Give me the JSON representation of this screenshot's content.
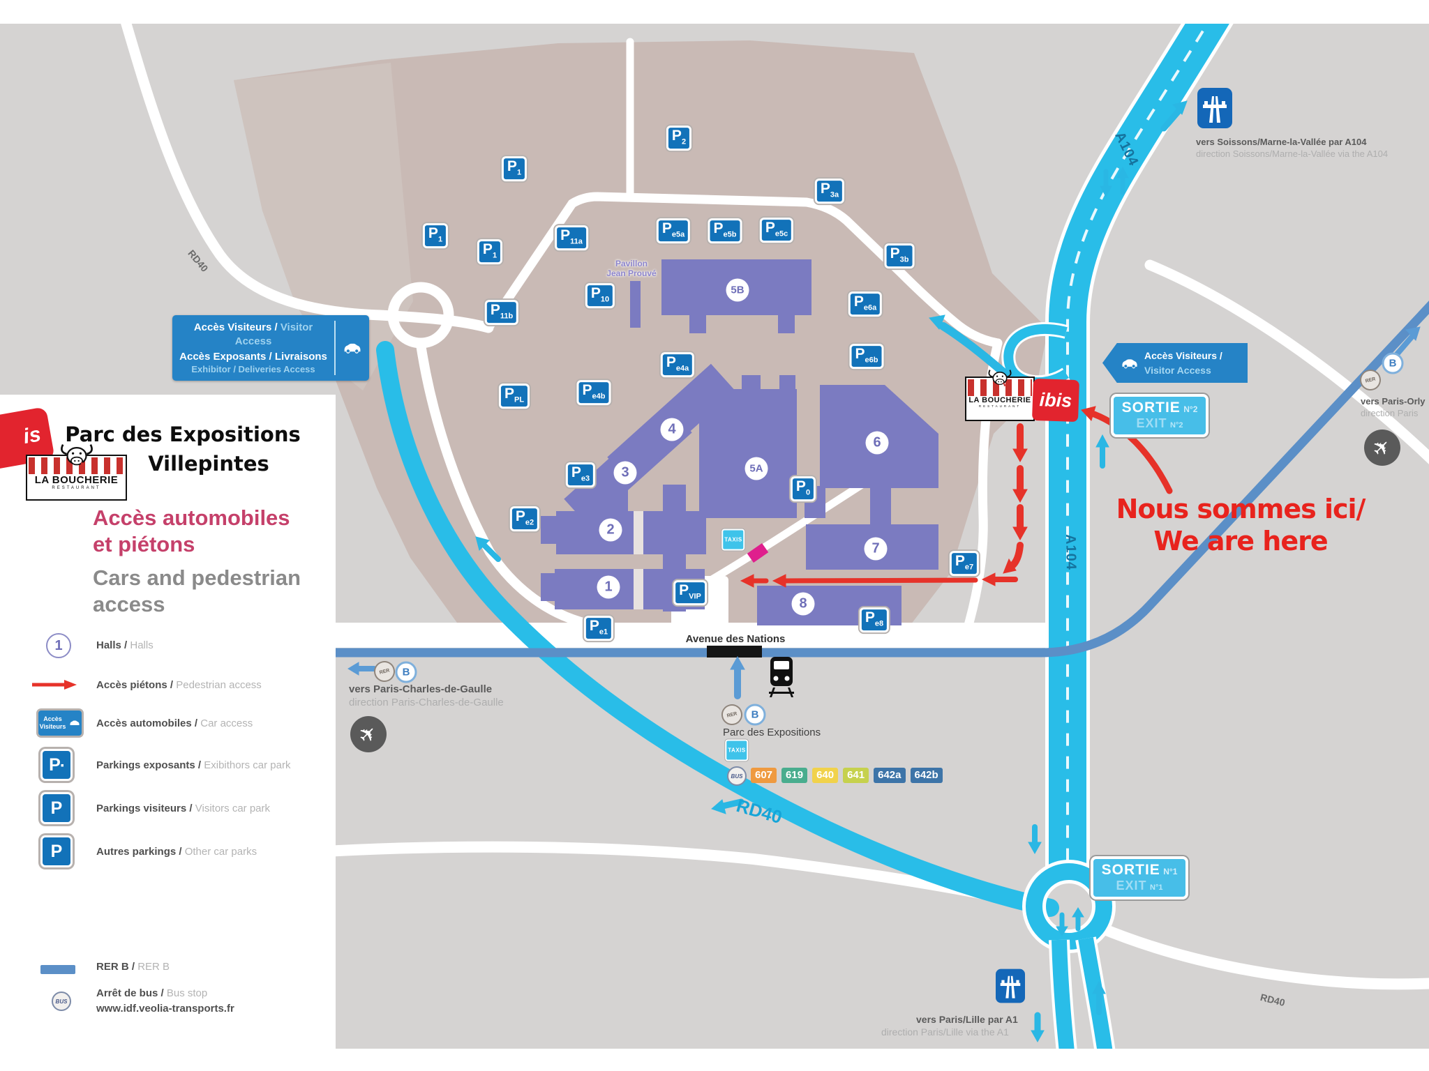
{
  "panel": {
    "ibis_partial": "is",
    "boucherie": "LA BOUCHERIE",
    "boucherie_sub": "RESTAURANT",
    "title1": "Parc des Expositions",
    "title2": "Villepintes",
    "h_fr1": "Accès automobiles",
    "h_fr2": "et piétons",
    "h_en1": "Cars and pedestrian",
    "h_en2": "access",
    "sep": " / ",
    "halls_symbol": "1",
    "halls_fr": "Halls",
    "halls_en": "Halls",
    "pietons_fr": "Accès piétons",
    "pietons_en": "Pedestrian access",
    "auto_fr": "Accès automobiles",
    "auto_en": "Car access",
    "auto_sign1": "Accès",
    "auto_sign2": "Visiteurs",
    "pexpo_fr": "Parkings exposants",
    "pexpo_en": "Exibithors car park",
    "pvis_fr": "Parkings visiteurs",
    "pvis_en": "Visitors car park",
    "pautres_fr": "Autres parkings",
    "pautres_en": "Other car parks",
    "rer_fr": "RER B",
    "rer_en": "RER B",
    "bus_fr": "Arrêt de bus",
    "bus_en": "Bus stop",
    "bus_url": "www.idf.veolia-transports.fr"
  },
  "map": {
    "here1": "Nous sommes ici/",
    "here2": "We are here",
    "avenue": "Avenue des Nations",
    "pavillon1": "Pavillon",
    "pavillon2": "Jean Prouvé",
    "a104": "A104",
    "rd40": "RD40",
    "taxis": "TAXIS",
    "boucherie": "LA BOUCHERIE",
    "boucherie_sub": "RESTAURANT",
    "ibis": "ibis",
    "halls": [
      "1",
      "2",
      "3",
      "4",
      "5A",
      "5B",
      "6",
      "7",
      "8"
    ],
    "parkings": [
      {
        "main": "P",
        "sub": "2"
      },
      {
        "main": "P",
        "sub": "1"
      },
      {
        "main": "P",
        "sub": "1"
      },
      {
        "main": "P",
        "sub": "1"
      },
      {
        "main": "P",
        "sub": "11a"
      },
      {
        "main": "P",
        "sub": "11b"
      },
      {
        "main": "P",
        "sub": "10"
      },
      {
        "main": "P",
        "sub": "3a"
      },
      {
        "main": "P",
        "sub": "3b"
      },
      {
        "main": "P",
        "sub": "e5a"
      },
      {
        "main": "P",
        "sub": "e5b"
      },
      {
        "main": "P",
        "sub": "e5c"
      },
      {
        "main": "P",
        "sub": "e6a"
      },
      {
        "main": "P",
        "sub": "e6b"
      },
      {
        "main": "P",
        "sub": "e4a"
      },
      {
        "main": "P",
        "sub": "e4b"
      },
      {
        "main": "P",
        "sub": "PL"
      },
      {
        "main": "P",
        "sub": "e3"
      },
      {
        "main": "P",
        "sub": "e2"
      },
      {
        "main": "P",
        "sub": "e1"
      },
      {
        "main": "P",
        "sub": "0"
      },
      {
        "main": "P",
        "sub": "e7"
      },
      {
        "main": "P",
        "sub": "e8"
      },
      {
        "main": "P",
        "sub": "VIP"
      }
    ]
  },
  "signs": {
    "sortie": "SORTIE",
    "exit": "EXIT",
    "n1": "N°1",
    "n2": "N°2",
    "acc_vis_fr": "Accès Visiteurs",
    "acc_vis_en": "Visitor Access",
    "acc_expo_fr": "Accès Exposants / Livraisons",
    "acc_expo_en": "Exhibitor / Deliveries Access"
  },
  "transport": {
    "rer": "RER",
    "b": "B",
    "bus": "BUS",
    "station": "Parc des Expositions",
    "bus_lines": [
      {
        "label": "607",
        "color": "#ef9a40"
      },
      {
        "label": "619",
        "color": "#49ad8e"
      },
      {
        "label": "640",
        "color": "#f1d24b"
      },
      {
        "label": "641",
        "color": "#c6d14d"
      },
      {
        "label": "642a",
        "color": "#3d74a8"
      },
      {
        "label": "642b",
        "color": "#3d74a8"
      }
    ]
  },
  "directions": {
    "soissons_fr": "vers Soissons/Marne-la-Vallée par A104",
    "soissons_en": "direction Soissons/Marne-la-Vallée via the A104",
    "cdg_fr": "vers Paris-Charles-de-Gaulle",
    "cdg_en": "direction Paris-Charles-de-Gaulle",
    "orly_fr": "vers Paris-Orly",
    "orly_en": "direction Paris",
    "lille_fr": "vers Paris/Lille par A1",
    "lille_en": "direction Paris/Lille via the A1"
  },
  "colors": {
    "motorway": "#29bde8",
    "rer_line": "#5b8fc7",
    "halls_purple": "#7b7bc1",
    "parking_blue": "#1272b9",
    "access_blue": "#2583c6",
    "sortie_blue": "#47bee8",
    "route_red": "#e63229",
    "taxis_cyan": "#3ec3ea",
    "brand_red": "#d8232a",
    "legend_heading_pink": "#c5406a"
  }
}
